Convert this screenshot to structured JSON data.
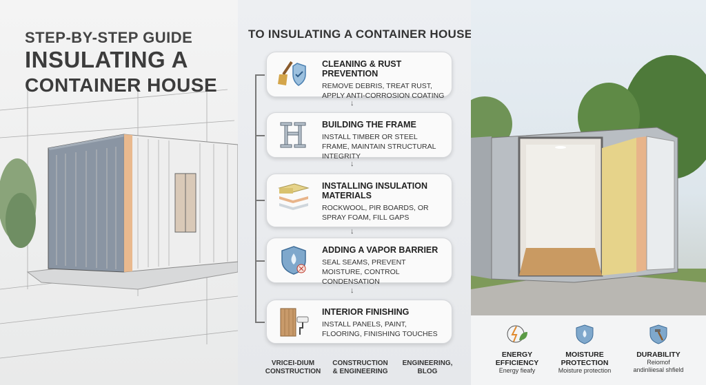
{
  "left": {
    "subtitle": "STEP-BY-STEP GUIDE",
    "title_line1": "INSULATING A",
    "title_line2": "CONTAINER HOUSE"
  },
  "middle": {
    "heading": "TO INSULATING A CONTAINER HOUSE",
    "steps": [
      {
        "title": "CLEANING & RUST PREVENTION",
        "desc": "REMOVE DEBRIS, TREAT RUST, APPLY ANTI-CORROSION COATING",
        "icon": "brush-shield-icon"
      },
      {
        "title": "BUILDING THE FRAME",
        "desc": "INSTALL TIMBER OR STEEL FRAME, MAINTAIN STRUCTURAL INTEGRITY",
        "icon": "steel-beam-icon"
      },
      {
        "title": "INSTALLING INSULATION MATERIALS",
        "desc": "ROCKWOOL, PIR BOARDS, OR SPRAY FOAM, FILL GAPS",
        "icon": "insulation-layers-icon"
      },
      {
        "title": "ADDING A VAPOR BARRIER",
        "desc": "SEAL SEAMS, PREVENT MOISTURE, CONTROL CONDENSATION",
        "icon": "shield-drop-icon"
      },
      {
        "title": "INTERIOR FINISHING",
        "desc": "INSTALL PANELS, PAINT, FLOORING, FINISHING TOUCHES",
        "icon": "paint-roller-icon"
      }
    ],
    "footer": [
      {
        "line1": "VRICEI-DIUM",
        "line2": "CONSTRUCTION"
      },
      {
        "line1": "CONSTRUCTION",
        "line2": "& ENGINEERING"
      },
      {
        "line1": "ENGINEERING,",
        "line2": "BLOG"
      }
    ]
  },
  "benefits": [
    {
      "title1": "ENERGY",
      "title2": "EFFICIENCY",
      "desc1": "Energy fieafy",
      "desc2": "",
      "icon": "energy-leaf-icon"
    },
    {
      "title1": "MOISTURE",
      "title2": "PROTECTION",
      "desc1": "Moisture protection",
      "desc2": "",
      "icon": "shield-drop-icon"
    },
    {
      "title1": "DURABILITY",
      "title2": "",
      "desc1": "Reiomof",
      "desc2": "andinliiesal shfield",
      "icon": "shield-hammer-icon"
    }
  ],
  "colors": {
    "accent_blue": "#4a7fb0",
    "insulation_yellow": "#e6d38a",
    "shield_blue": "#7fa8cc"
  }
}
